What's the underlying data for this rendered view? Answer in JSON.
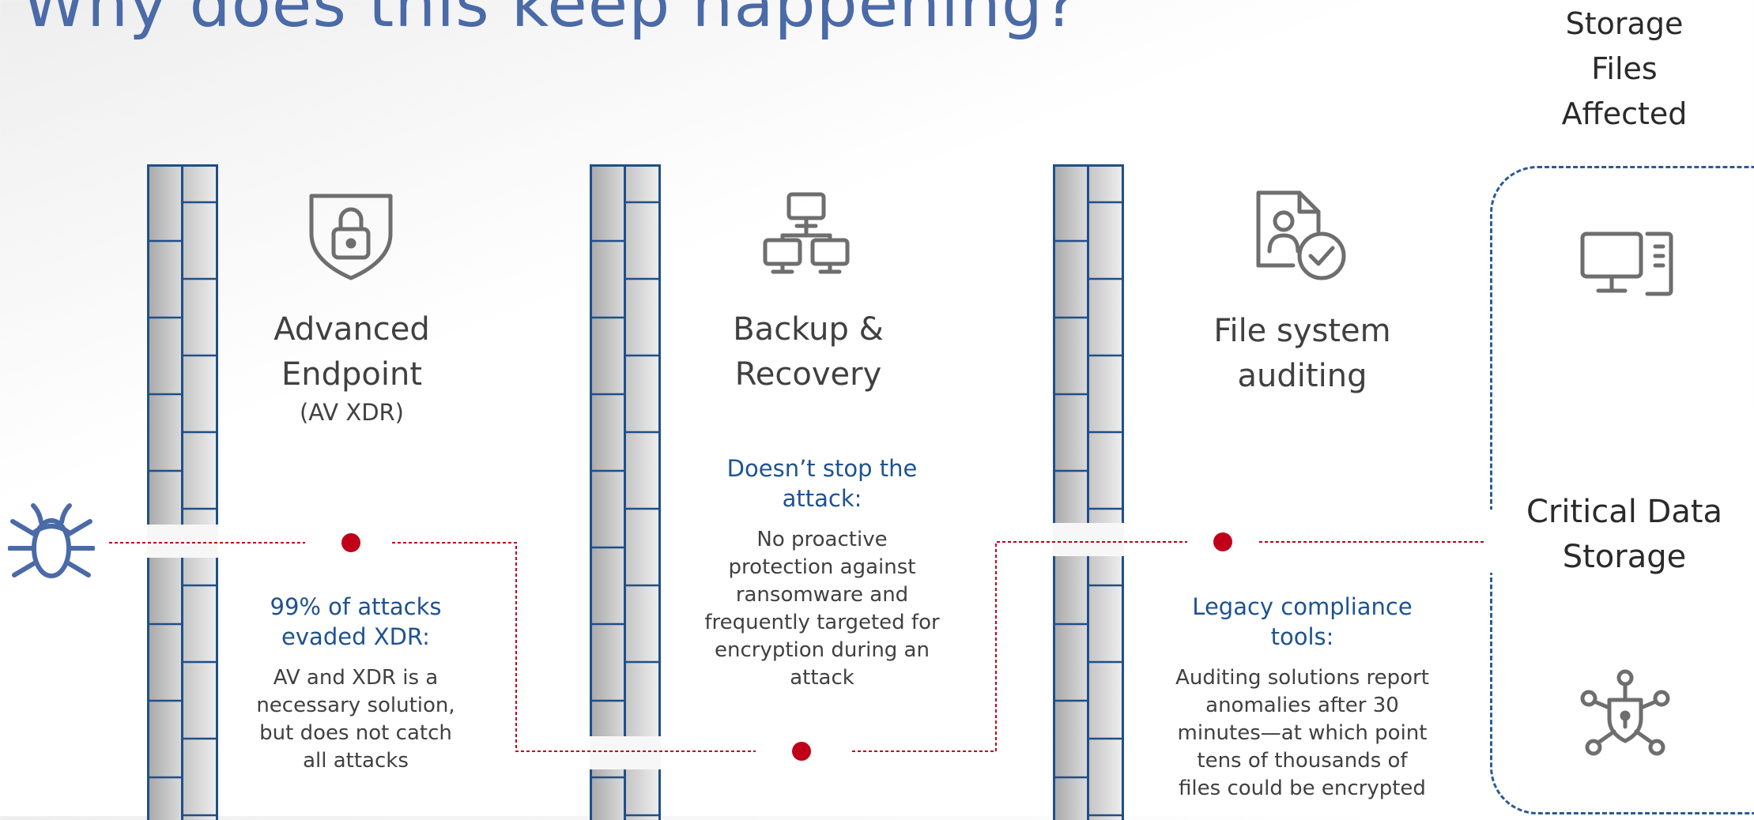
{
  "title": "Why does this keep happening?",
  "colors": {
    "title": "#4a6aa8",
    "brand_blue": "#1e5291",
    "wall_border": "#1f4f8a",
    "alert_red": "#c00018",
    "icon_gray": "#6e6e6e",
    "bug_blue": "#4a6aa8"
  },
  "defenses": [
    {
      "icon": "shield-lock-icon",
      "heading_line1": "Advanced",
      "heading_line2": "Endpoint",
      "subheading": "(AV XDR)",
      "callout_line1": "99% of attacks",
      "callout_line2": "evaded XDR:",
      "body_lines": [
        "AV and XDR is a",
        "necessary solution,",
        "but does not catch",
        "all attacks"
      ]
    },
    {
      "icon": "network-computers-icon",
      "heading_line1": "Backup &",
      "heading_line2": "Recovery",
      "callout_line1": "Doesn’t stop the",
      "callout_line2": "attack:",
      "body_lines": [
        "No proactive",
        "protection against",
        "ransomware and",
        "frequently targeted for",
        "encryption during an",
        "attack"
      ]
    },
    {
      "icon": "file-user-check-icon",
      "heading_line1": "File system",
      "heading_line2": "auditing",
      "callout_line1": "Legacy compliance",
      "callout_line2": "tools:",
      "body_lines": [
        "Auditing solutions report",
        "anomalies after 30",
        "minutes—at which point",
        "tens of thousands of",
        "files could be encrypted"
      ]
    }
  ],
  "storage": {
    "top_lines": [
      "Storage",
      "Files",
      "Affected"
    ],
    "label_line1": "Critical Data",
    "label_line2": "Storage",
    "icon_top": "desktop-server-icon",
    "icon_bottom": "shield-network-icon"
  },
  "threat_icon": "bug-icon"
}
